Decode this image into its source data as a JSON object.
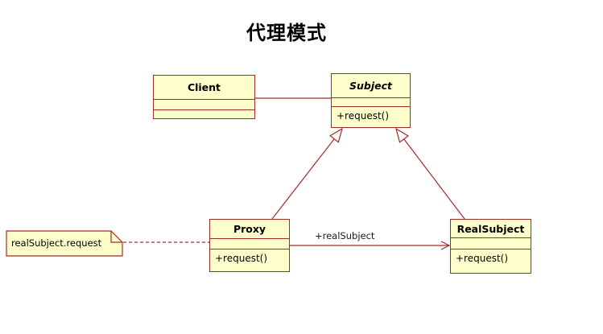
{
  "title": "代理模式",
  "colors": {
    "box_fill": "#FFFFCC",
    "border": "#A52A2A",
    "background": "#FFFFFF",
    "text": "#000000"
  },
  "classes": [
    {
      "name": "Client",
      "abstract": false,
      "attributes": "",
      "methods": ""
    },
    {
      "name": "Subject",
      "abstract": true,
      "attributes": "",
      "methods": "+request()"
    },
    {
      "name": "Proxy",
      "abstract": false,
      "attributes": "",
      "methods": "+request()"
    },
    {
      "name": "RealSubject",
      "abstract": false,
      "attributes": "",
      "methods": "+request()"
    }
  ],
  "note": {
    "text": "realSubject.request"
  },
  "edges": [
    {
      "type": "association",
      "from": "Client",
      "to": "Subject",
      "label": ""
    },
    {
      "type": "generalization",
      "from": "Proxy",
      "to": "Subject",
      "label": ""
    },
    {
      "type": "generalization",
      "from": "RealSubject",
      "to": "Subject",
      "label": ""
    },
    {
      "type": "directed-association",
      "from": "Proxy",
      "to": "RealSubject",
      "label": "+realSubject"
    },
    {
      "type": "note-link",
      "from": "note",
      "to": "Proxy",
      "label": ""
    }
  ]
}
